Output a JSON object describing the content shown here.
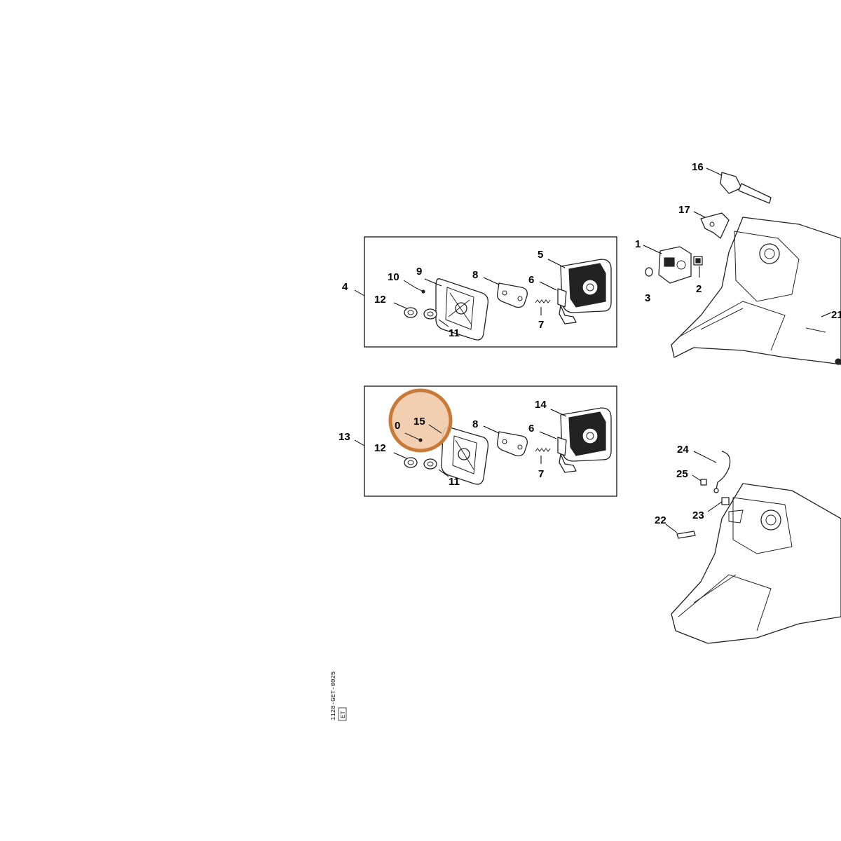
{
  "colors": {
    "highlight_fill": "#f2caa8",
    "highlight_stroke": "#c87a36",
    "line": "#000000"
  },
  "callouts": {
    "c1": "1",
    "c2": "2",
    "c3": "3",
    "c4": "4",
    "c5": "5",
    "c6a": "6",
    "c6b": "6",
    "c7a": "7",
    "c7b": "7",
    "c8a": "8",
    "c8b": "8",
    "c9": "9",
    "c10a": "10",
    "c10b": "0",
    "c11a": "11",
    "c11b": "11",
    "c12a": "12",
    "c12b": "12",
    "c13": "13",
    "c14": "14",
    "c15": "15",
    "c16": "16",
    "c17": "17",
    "c21": "21",
    "c22": "22",
    "c23": "23",
    "c24": "24",
    "c25": "25"
  },
  "drawing_code": {
    "line1": "1128-GET-0025",
    "line2": "ET"
  }
}
